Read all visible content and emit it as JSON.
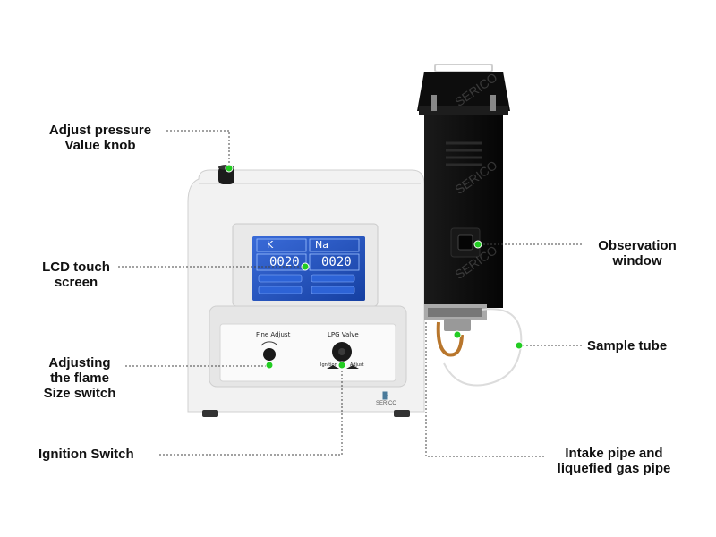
{
  "callouts": {
    "adjust_pressure": [
      "Adjust pressure",
      "Value knob"
    ],
    "lcd_screen": [
      "LCD touch",
      "screen"
    ],
    "flame_size": [
      "Adjusting",
      "the flame",
      "Size switch"
    ],
    "ignition": [
      "Ignition Switch"
    ],
    "observation": [
      "Observation",
      "window"
    ],
    "sample_tube": [
      "Sample tube"
    ],
    "intake_pipe": [
      "Intake pipe and",
      "liquefied gas pipe"
    ]
  },
  "device": {
    "lcd": {
      "tab_left": "K",
      "tab_right": "Na",
      "value_left": "0020",
      "value_right": "0020"
    },
    "panel": {
      "fine_adjust": "Fine  Adjust",
      "lpg_valve": "LPG  Valve",
      "ignition": "Ignition",
      "adjust": "Adjust"
    },
    "brand": "SERICO",
    "watermark": "SERICO"
  },
  "colors": {
    "marker_green": "#22cc22",
    "lcd_blue": "#1f4fb8",
    "chimney_black": "#111111",
    "body_white": "#f4f4f4"
  }
}
